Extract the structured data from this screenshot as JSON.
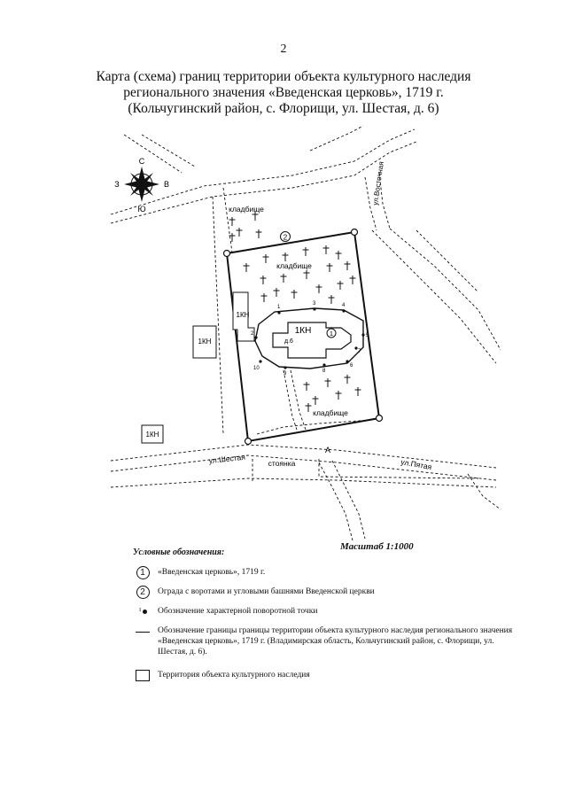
{
  "page_number": "2",
  "title": {
    "line1": "Карта (схема) границ территории объекта культурного наследия",
    "line2": "регионального значения «Введенская церковь», 1719 г.",
    "line3": "(Кольчугинский район, с. Флорищи, ул. Шестая, д. 6)"
  },
  "compass": {
    "north": "С",
    "south": "Ю",
    "west": "З",
    "east": "В"
  },
  "map_labels": {
    "street_vostochnaya": "ул.Восточная",
    "street_shestaya": "ул.Шестая",
    "street_pyataya": "ул.Пятая",
    "parking": "стоянка",
    "point_a": "А",
    "cemetery_1": "кладбище",
    "cemetery_2": "кладбище",
    "cemetery_3": "кладбище",
    "ikn_1": "1КН",
    "ikn_2": "1КН",
    "ikn_3": "1КН",
    "ikn_church": "1КН",
    "house_label": "д.6",
    "marker_1": "1",
    "marker_2": "2"
  },
  "turning_points": [
    "1",
    "2",
    "3",
    "4",
    "5",
    "6",
    "7",
    "8",
    "9",
    "10"
  ],
  "scale": "Масштаб 1:1000",
  "legend": {
    "heading": "Условные обозначения:",
    "items": [
      {
        "symbol": "1",
        "text": "«Введенская церковь», 1719 г."
      },
      {
        "symbol": "2",
        "text": "Ограда с воротами и угловыми башнями Введенской церкви"
      },
      {
        "symbol": "1",
        "text": "Обозначение характерной поворотной точки"
      },
      {
        "symbol": "",
        "text": "Обозначение границы границы территории объекта культурного наследия регионального значения «Введенская церковь», 1719 г. (Владимирская область, Кольчугинский район, с. Флорищи, ул. Шестая, д. 6)."
      },
      {
        "symbol": "",
        "text": "Территория объекта культурного наследия"
      }
    ]
  }
}
